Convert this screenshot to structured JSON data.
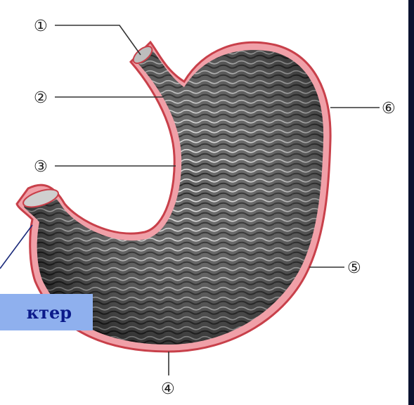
{
  "labels": {
    "n1": "①",
    "n2": "②",
    "n3": "③",
    "n4": "④",
    "n5": "⑤",
    "n6": "⑥"
  },
  "callout": {
    "text": "ктер"
  },
  "colors": {
    "mucosa_dark": "#2a2a2a",
    "mucosa_light": "#d8d8d8",
    "serosa_red": "#c8404a",
    "serosa_pink": "#f0a0a8",
    "callout_bg": "#8fb0ee",
    "callout_text": "#0b1a8a",
    "right_strip": "#0a1230"
  }
}
